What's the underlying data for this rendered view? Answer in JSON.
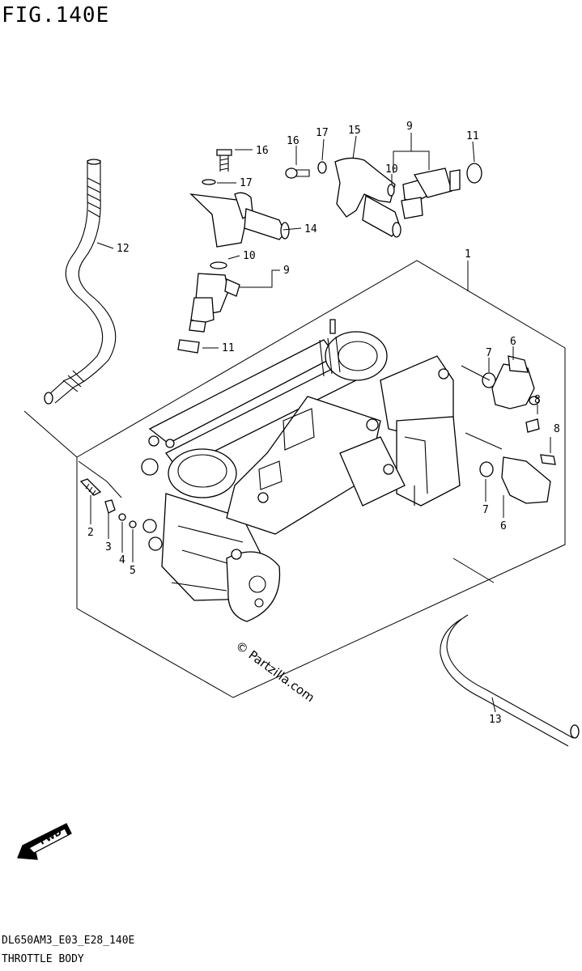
{
  "figure": {
    "title": "FIG.140E",
    "footer_code": "DL650AM3_E03_E28_140E",
    "footer_title": "THROTTLE BODY",
    "watermark": "© Partzilla.com",
    "fwd_label": "FWD"
  },
  "callouts": {
    "c1": "1",
    "c2": "2",
    "c3": "3",
    "c4": "4",
    "c5": "5",
    "c6a": "6",
    "c6b": "6",
    "c7a": "7",
    "c7b": "7",
    "c8a": "8",
    "c8b": "8",
    "c9a": "9",
    "c9b": "9",
    "c10a": "10",
    "c10b": "10",
    "c11a": "11",
    "c11b": "11",
    "c12": "12",
    "c13": "13",
    "c14": "14",
    "c15": "15",
    "c16a": "16",
    "c16b": "16",
    "c17a": "17",
    "c17b": "17"
  }
}
